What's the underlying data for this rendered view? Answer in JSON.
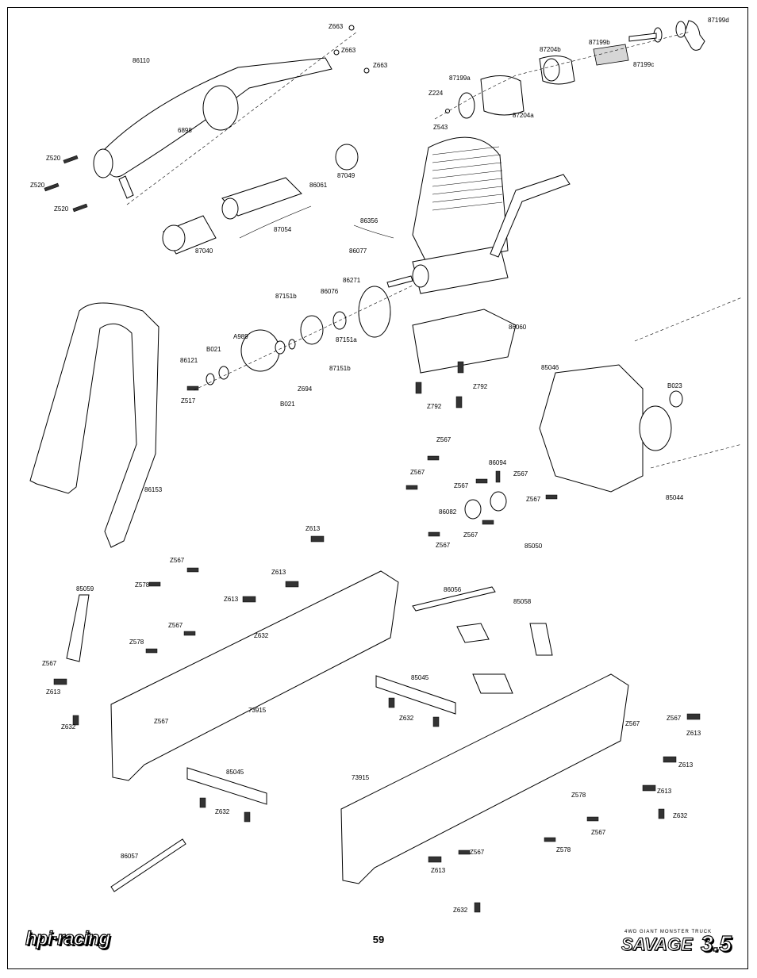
{
  "page": {
    "number": "59"
  },
  "brand": {
    "left_logo": "hpi·racing",
    "right_tagline": "4WD GIANT MONSTER TRUCK",
    "right_name": "SAVAGE",
    "right_version": "3.5"
  },
  "labels": {
    "p87199d": "87199d",
    "p87199b": "87199b",
    "p87199c": "87199c",
    "p87204b": "87204b",
    "p87199a": "87199a",
    "p87204a": "87204a",
    "pZ224": "Z224",
    "pZ543": "Z543",
    "pZ663a": "Z663",
    "pZ663b": "Z663",
    "pZ663c": "Z663",
    "p86110": "86110",
    "p6898": "6898",
    "pZ520a": "Z520",
    "pZ520b": "Z520",
    "pZ520c": "Z520",
    "p87049": "87049",
    "p86061": "86061",
    "p87054": "87054",
    "p87040": "87040",
    "p86356": "86356",
    "p86077": "86077",
    "p86271": "86271",
    "p86076": "86076",
    "p87151b_a": "87151b",
    "p87151a": "87151a",
    "p87151b_b": "87151b",
    "p86060": "86060",
    "pA989": "A989",
    "pB021a": "B021",
    "p86121": "86121",
    "pZ517": "Z517",
    "pZ694": "Z694",
    "pB021b": "B021",
    "pZ792a": "Z792",
    "pZ792b": "Z792",
    "p85046": "85046",
    "pB023": "B023",
    "p85044": "85044",
    "p86153": "86153",
    "pZ567_1": "Z567",
    "pZ567_2": "Z567",
    "p86094": "86094",
    "pZ567_3": "Z567",
    "pZ567_4": "Z567",
    "pZ567_5": "Z567",
    "p86082": "86082",
    "pZ567_6": "Z567",
    "pZ567_7": "Z567",
    "p85050": "85050",
    "pZ613_1": "Z613",
    "pZ567_8": "Z567",
    "pZ613_2": "Z613",
    "p85059": "85059",
    "pZ578_1": "Z578",
    "pZ613_3": "Z613",
    "p86056": "86056",
    "p85058": "85058",
    "pZ567_9": "Z567",
    "pZ632_1": "Z632",
    "pZ578_2": "Z578",
    "pZ567_10": "Z567",
    "pZ613_4": "Z613",
    "p85045a": "85045",
    "pZ632_2": "Z632",
    "p73915a": "73915",
    "pZ632_3": "Z632",
    "pZ567_11": "Z567",
    "pZ567_12": "Z567",
    "pZ613_5": "Z613",
    "pZ567_13": "Z567",
    "pZ613_6": "Z613",
    "pZ613_7": "Z613",
    "p85045b": "85045",
    "pZ632_4": "Z632",
    "p73915b": "73915",
    "pZ578_3": "Z578",
    "pZ632_5": "Z632",
    "pZ567_14": "Z567",
    "p86057": "86057",
    "pZ578_4": "Z578",
    "pZ567_15": "Z567",
    "pZ613_8": "Z613",
    "pZ632_6": "Z632"
  }
}
